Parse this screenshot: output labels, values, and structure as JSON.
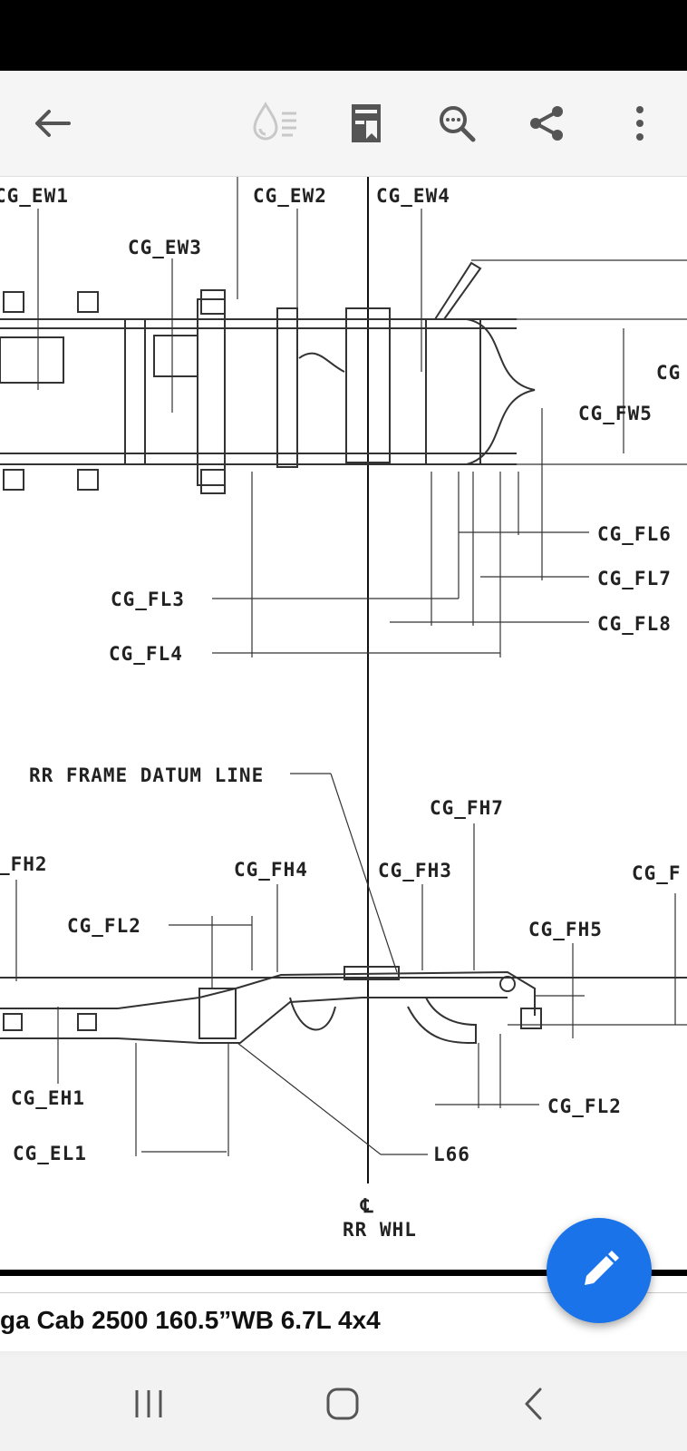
{
  "toolbar": {
    "back_icon": "arrow-left-icon",
    "reading_mode_icon": "reading-mode-icon",
    "bookmark_icon": "document-bookmark-icon",
    "search_icon": "search-zoom-icon",
    "share_icon": "share-icon",
    "more_icon": "more-vert-icon"
  },
  "drawing": {
    "labels": {
      "ew1": "CG_EW1",
      "ew2": "CG_EW2",
      "ew4": "CG_EW4",
      "ew3": "CG_EW3",
      "cg_partial": "CG",
      "fw5": "CG_FW5",
      "fl6": "CG_FL6",
      "fl7": "CG_FL7",
      "fl3": "CG_FL3",
      "fl8": "CG_FL8",
      "fl4": "CG_FL4",
      "datum": "RR FRAME DATUM LINE",
      "fh7": "CG_FH7",
      "fh2": "_FH2",
      "fh4": "CG_FH4",
      "fh3": "CG_FH3",
      "cg_f_partial": "CG_F",
      "fl2_left": "CG_FL2",
      "fh5": "CG_FH5",
      "eh1": "CG_EH1",
      "fl2_right": "CG_FL2",
      "el1": "CG_EL1",
      "l66": "L66",
      "cl": "℄",
      "rr_whl": "RR WHL"
    }
  },
  "caption": {
    "text": "ga Cab 2500 160.5”WB 6.7L 4x4"
  },
  "fab": {
    "icon": "pencil-edit-icon",
    "color": "#1a73e8"
  },
  "navbar": {
    "recents_icon": "recent-apps-icon",
    "home_icon": "home-icon",
    "back_icon": "nav-back-icon"
  }
}
